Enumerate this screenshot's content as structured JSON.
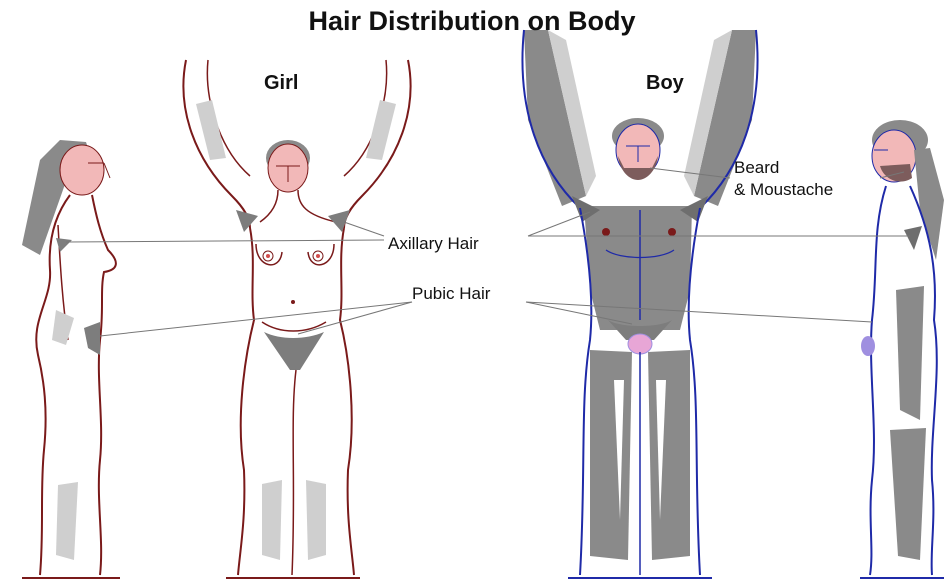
{
  "title": "Hair Distribution on Body",
  "figures": {
    "girl_label": "Girl",
    "boy_label": "Boy"
  },
  "annotations": {
    "beard_line1": "Beard",
    "beard_line2": "& Moustache",
    "axillary": "Axillary Hair",
    "pubic": "Pubic Hair"
  },
  "colors": {
    "female_outline": "#7a1a1a",
    "male_outline": "#1f2aa8",
    "hair_dark": "#7d7d7d",
    "hair_light": "#cfcfcf",
    "skin_face": "#f2b8b8",
    "head_hair": "#8c6a6a",
    "genital_pink": "#e8a6d6",
    "genital_blue": "#9f8fe0",
    "pointer_line": "#777777"
  }
}
